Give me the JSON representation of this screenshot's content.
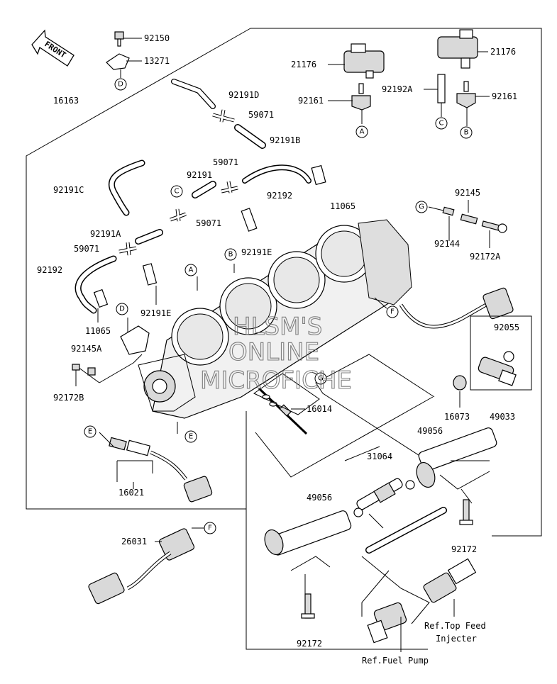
{
  "front_arrow": {
    "label": "FRONT"
  },
  "parts": [
    {
      "key": "p92150",
      "text": "92150"
    },
    {
      "key": "p13271",
      "text": "13271"
    },
    {
      "key": "p16163",
      "text": "16163"
    },
    {
      "key": "p92191D",
      "text": "92191D"
    },
    {
      "key": "p59071a",
      "text": "59071"
    },
    {
      "key": "p92191B",
      "text": "92191B"
    },
    {
      "key": "p21176a",
      "text": "21176"
    },
    {
      "key": "p21176b",
      "text": "21176"
    },
    {
      "key": "p92161a",
      "text": "92161"
    },
    {
      "key": "p92192A",
      "text": "92192A"
    },
    {
      "key": "p92161b",
      "text": "92161"
    },
    {
      "key": "p92191C",
      "text": "92191C"
    },
    {
      "key": "p59071b",
      "text": "59071"
    },
    {
      "key": "p92191",
      "text": "92191"
    },
    {
      "key": "p92192a",
      "text": "92192"
    },
    {
      "key": "p11065a",
      "text": "11065"
    },
    {
      "key": "p59071c",
      "text": "59071"
    },
    {
      "key": "p92145",
      "text": "92145"
    },
    {
      "key": "p92191A",
      "text": "92191A"
    },
    {
      "key": "p59071d",
      "text": "59071"
    },
    {
      "key": "p92144",
      "text": "92144"
    },
    {
      "key": "p92191E_a",
      "text": "92191E"
    },
    {
      "key": "p92172A",
      "text": "92172A"
    },
    {
      "key": "p92192b",
      "text": "92192"
    },
    {
      "key": "p92191E_b",
      "text": "92191E"
    },
    {
      "key": "p11065b",
      "text": "11065"
    },
    {
      "key": "p92055",
      "text": "92055"
    },
    {
      "key": "p92145A",
      "text": "92145A"
    },
    {
      "key": "p92172B",
      "text": "92172B"
    },
    {
      "key": "p16014",
      "text": "16014"
    },
    {
      "key": "p16073",
      "text": "16073"
    },
    {
      "key": "p49033",
      "text": "49033"
    },
    {
      "key": "p49056a",
      "text": "49056"
    },
    {
      "key": "p31064",
      "text": "31064"
    },
    {
      "key": "p16021",
      "text": "16021"
    },
    {
      "key": "p49056b",
      "text": "49056"
    },
    {
      "key": "p92172a",
      "text": "92172"
    },
    {
      "key": "p26031",
      "text": "26031"
    },
    {
      "key": "p92172b",
      "text": "92172"
    }
  ],
  "callouts": [
    {
      "key": "cD1",
      "text": "D"
    },
    {
      "key": "cA1",
      "text": "A"
    },
    {
      "key": "cC1",
      "text": "C"
    },
    {
      "key": "cB1",
      "text": "B"
    },
    {
      "key": "cC2",
      "text": "C"
    },
    {
      "key": "cG1",
      "text": "G"
    },
    {
      "key": "cB2",
      "text": "B"
    },
    {
      "key": "cA2",
      "text": "A"
    },
    {
      "key": "cD2",
      "text": "D"
    },
    {
      "key": "cF1",
      "text": "F"
    },
    {
      "key": "cG2",
      "text": "G"
    },
    {
      "key": "cE1",
      "text": "E"
    },
    {
      "key": "cE2",
      "text": "E"
    },
    {
      "key": "cF2",
      "text": "F"
    }
  ],
  "references": {
    "top_feed_line1": "Ref.Top Feed",
    "top_feed_line2": "Injecter",
    "fuel_pump": "Ref.Fuel Pump"
  },
  "watermark": {
    "line1": "HLSM'S",
    "line2": "ONLINE",
    "line3": "MICROFICHE"
  }
}
